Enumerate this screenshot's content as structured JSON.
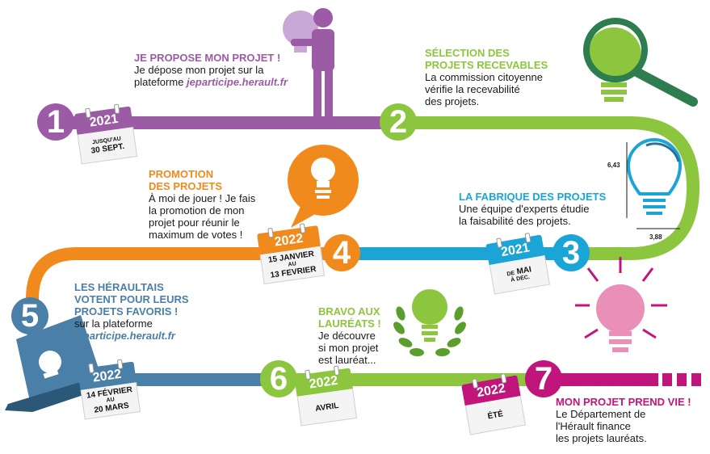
{
  "steps": [
    {
      "number": "1",
      "year": "2021",
      "date_small": "JUSQU'AU",
      "date_main": "30 SEPT.",
      "title": "JE PROPOSE MON PROJET !",
      "body": "Je dépose mon projet sur la plateforme",
      "link": "jeparticipe.herault.fr",
      "color": "#9b5ba5"
    },
    {
      "number": "2",
      "title_line1": "SÉLECTION DES",
      "title_line2": "PROJETS RECEVABLES",
      "body_line1": "La commission citoyenne",
      "body_line2": "vérifie la recevabilité",
      "body_line3": "des projets.",
      "color": "#8cc63f"
    },
    {
      "number": "3",
      "year": "2021",
      "date_small": "DE",
      "date_main": "MAI",
      "date_end": "À DEC.",
      "title": "LA FABRIQUE DES PROJETS",
      "body_line1": "Une équipe d'experts étudie",
      "body_line2": "la faisabilité des projets.",
      "color": "#1aa5d6",
      "dim_top": "6,43",
      "dim_bottom": "3,88"
    },
    {
      "number": "4",
      "year": "2022",
      "date_main": "15 JANVIER",
      "date_small": "AU",
      "date_end": "13 FEVRIER",
      "title_line1": "PROMOTION",
      "title_line2": "DES PROJETS",
      "body_line1": "À moi de jouer ! Je fais",
      "body_line2": "la promotion de mon",
      "body_line3": "projet pour réunir le",
      "body_line4": "maximum de votes !",
      "color": "#f18a1c"
    },
    {
      "number": "5",
      "year": "2022",
      "date_main": "14 FÉVRIER",
      "date_small": "AU",
      "date_end": "20 MARS",
      "title_line1": "LES HÉRAULTAIS",
      "title_line2": "VOTENT POUR LEURS",
      "title_line3": "PROJETS FAVORIS !",
      "body": "sur la plateforme",
      "link": "jeparticipe.herault.fr",
      "color": "#4a7fa8"
    },
    {
      "number": "6",
      "year": "2022",
      "date_main": "AVRIL",
      "title_line1": "BRAVO AUX",
      "title_line2": "LAURÉATS !",
      "body_line1": "Je découvre",
      "body_line2": "si mon projet",
      "body_line3": "est lauréat...",
      "color": "#8cc63f"
    },
    {
      "number": "7",
      "year": "2022",
      "date_main": "ÉTÉ",
      "title": "MON PROJET PREND VIE !",
      "body_line1": "Le Département de",
      "body_line2": "l'Hérault finance",
      "body_line3": "les projets lauréats.",
      "color": "#c0157a"
    }
  ],
  "icons": [
    "person-bulb-icon",
    "magnifier-bulb-icon",
    "outline-bulb-icon",
    "speech-bulb-icon",
    "ballot-box-icon",
    "laurel-bulb-icon",
    "glowing-bulb-icon"
  ]
}
